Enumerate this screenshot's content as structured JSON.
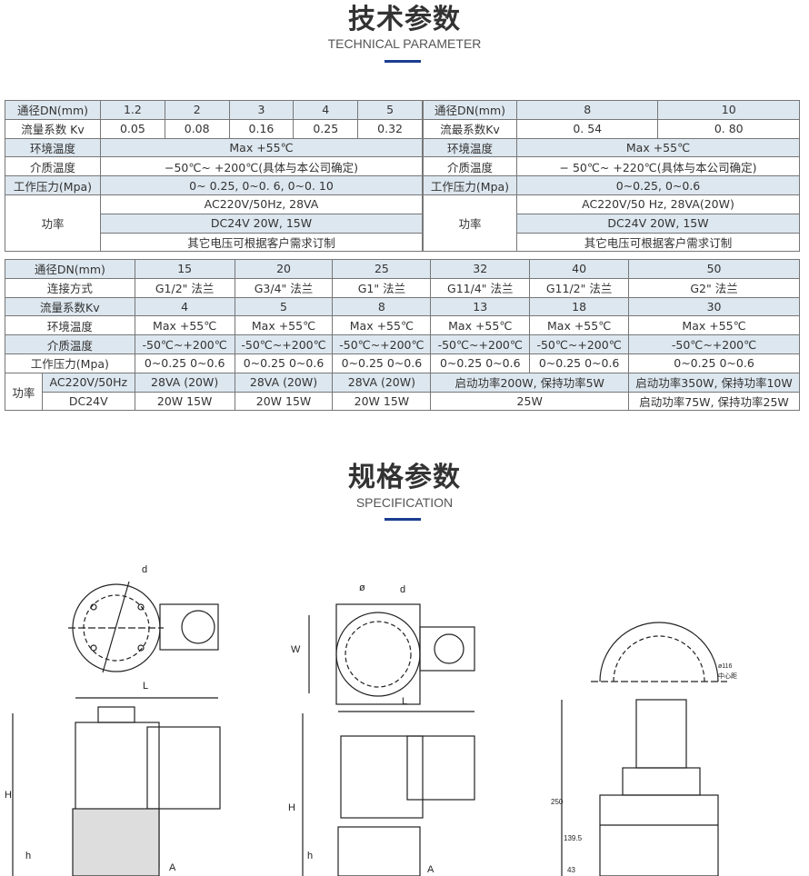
{
  "section1": {
    "title": "技术参数",
    "subtitle": "TECHNICAL PARAMETER"
  },
  "section2": {
    "title": "规格参数",
    "subtitle": "SPECIFICATION"
  },
  "table1_left": {
    "dn_label": "通径DN(mm)",
    "dn": [
      "1.2",
      "2",
      "3",
      "4",
      "5"
    ],
    "kv_label": "流量系数 Kv",
    "kv": [
      "0.05",
      "0.08",
      "0.16",
      "0.25",
      "0.32"
    ],
    "env_label": "环境温度",
    "env": "Max +55℃",
    "medium_label": "介质温度",
    "medium": "−50℃~ +200℃(具体与本公司确定)",
    "pressure_label": "工作压力(Mpa)",
    "pressure": "0~ 0.25, 0~0. 6, 0~0. 10",
    "power_label": "功率",
    "ac": "AC220V/50Hz, 28VA",
    "dc": "DC24V  20W, 15W",
    "custom": "其它电压可根据客户需求订制"
  },
  "table1_right": {
    "dn_label": "通径DN(mm)",
    "dn": [
      "8",
      "10"
    ],
    "kv_label": "流最系数Kv",
    "kv": [
      "0. 54",
      "0. 80"
    ],
    "env_label": "环境温度",
    "env": "Max +55℃",
    "medium_label": "介质温度",
    "medium": "− 50℃~ +220℃(具体与本公司确定)",
    "pressure_label": "工作压力(Mpa)",
    "pressure": "0~0.25, 0~0.6",
    "power_label": "功率",
    "ac": "AC220V/50 Hz, 28VA(20W)",
    "dc": "DC24V 20W, 15W",
    "custom": "其它电压可根据客户需求订制"
  },
  "table2": {
    "dn_label": "通径DN(mm)",
    "dn": [
      "15",
      "20",
      "25",
      "32",
      "40",
      "50"
    ],
    "conn_label": "连接方式",
    "conn": [
      "G1/2\"    法兰",
      "G3/4\"    法兰",
      "G1\"    法兰",
      "G11/4\"   法兰",
      "G11/2\"    法兰",
      "G2\"    法兰"
    ],
    "kv_label": "流量系数Kv",
    "kv": [
      "4",
      "5",
      "8",
      "13",
      "18",
      "30"
    ],
    "env_label": "环境温度",
    "env": [
      "Max +55℃",
      "Max +55℃",
      "Max +55℃",
      "Max +55℃",
      "Max +55℃",
      "Max +55℃"
    ],
    "medium_label": "介质温度",
    "medium": [
      "-50℃~+200℃",
      "-50℃~+200℃",
      "-50℃~+200℃",
      "-50℃~+200℃",
      "-50℃~+200℃",
      "-50℃~+200℃"
    ],
    "pressure_label": "工作压力(Mpa)",
    "pressure": [
      "0~0.25  0~0.6",
      "0~0.25  0~0.6",
      "0~0.25  0~0.6",
      "0~0.25  0~0.6",
      "0~0.25  0~0.6",
      "0~0.25  0~0.6"
    ],
    "power_label": "功率",
    "ac_label": "AC220V/50Hz",
    "ac": [
      "28VA (20W)",
      "28VA (20W)",
      "28VA (20W)",
      "启动功率200W, 保持功率5W",
      "启动功率350W, 保持功率10W"
    ],
    "dc_label": "DC24V",
    "dc": [
      "20W  15W",
      "20W  15W",
      "20W  15W",
      "25W",
      "启动功率75W, 保持功率25W"
    ]
  },
  "drawings": {
    "labels": [
      "d",
      "L",
      "H",
      "h",
      "A",
      "ø",
      "d",
      "W",
      "L",
      "H",
      "h",
      "A",
      "ø116",
      "中心距",
      "250",
      "139.5",
      "43"
    ]
  }
}
